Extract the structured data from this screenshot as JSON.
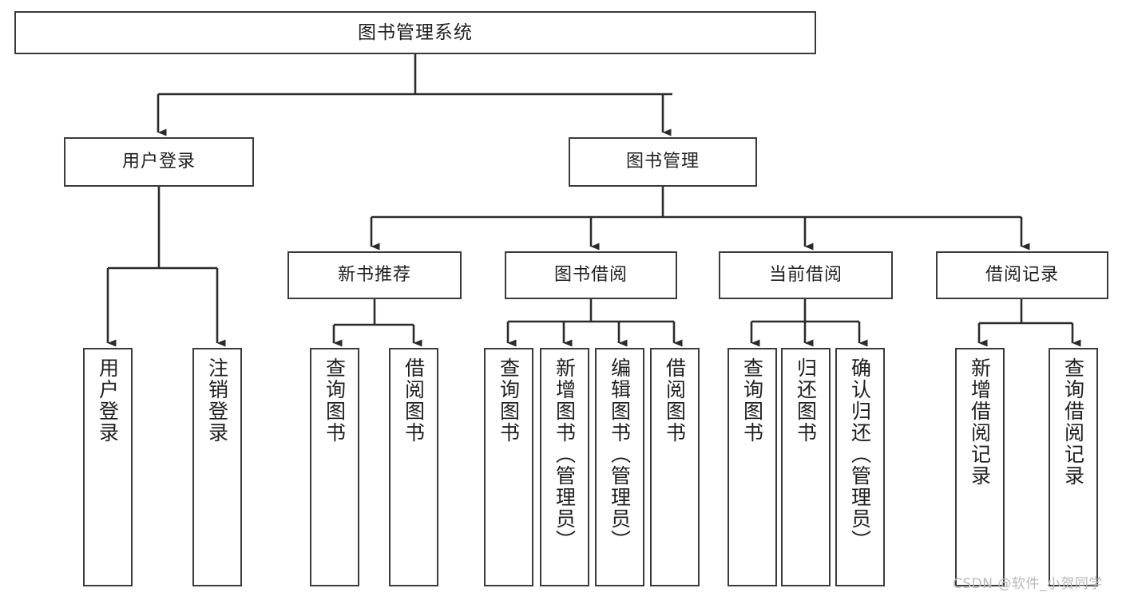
{
  "diagram": {
    "title": "图书管理系统",
    "type": "functional-structure-tree",
    "stroke_color": "#3b3b3b",
    "text_color": "#1f1f1f",
    "background": "#ffffff",
    "watermark": "CSDN @软件_小贺同学",
    "watermark_color": "#b9b9b9"
  },
  "nodes": {
    "root": {
      "label": "图书管理系统"
    },
    "level1": [
      {
        "id": "user-login",
        "label": "用户登录"
      },
      {
        "id": "book-manage",
        "label": "图书管理"
      }
    ],
    "level2": [
      {
        "id": "new-book-recommend",
        "label": "新书推荐"
      },
      {
        "id": "book-borrow",
        "label": "图书借阅"
      },
      {
        "id": "current-borrow",
        "label": "当前借阅"
      },
      {
        "id": "borrow-record",
        "label": "借阅记录"
      }
    ],
    "leaves": {
      "user_login": [
        {
          "id": "leaf-user-login",
          "label": "用户登录"
        },
        {
          "id": "leaf-user-logout",
          "label": "注销登录"
        }
      ],
      "new_book_recommend": [
        {
          "id": "leaf-query-book-1",
          "label": "查询图书"
        },
        {
          "id": "leaf-borrow-book-1",
          "label": "借阅图书"
        }
      ],
      "book_borrow": [
        {
          "id": "leaf-query-book-2",
          "label": "查询图书"
        },
        {
          "id": "leaf-add-book",
          "label": "新增图书（管理员）"
        },
        {
          "id": "leaf-edit-book",
          "label": "编辑图书（管理员）"
        },
        {
          "id": "leaf-borrow-book-2",
          "label": "借阅图书"
        }
      ],
      "current_borrow": [
        {
          "id": "leaf-query-book-3",
          "label": "查询图书"
        },
        {
          "id": "leaf-return-book",
          "label": "归还图书"
        },
        {
          "id": "leaf-confirm-return",
          "label": "确认归还（管理员）"
        }
      ],
      "borrow_record": [
        {
          "id": "leaf-add-record",
          "label": "新增借阅记录"
        },
        {
          "id": "leaf-query-record",
          "label": "查询借阅记录"
        }
      ]
    }
  }
}
